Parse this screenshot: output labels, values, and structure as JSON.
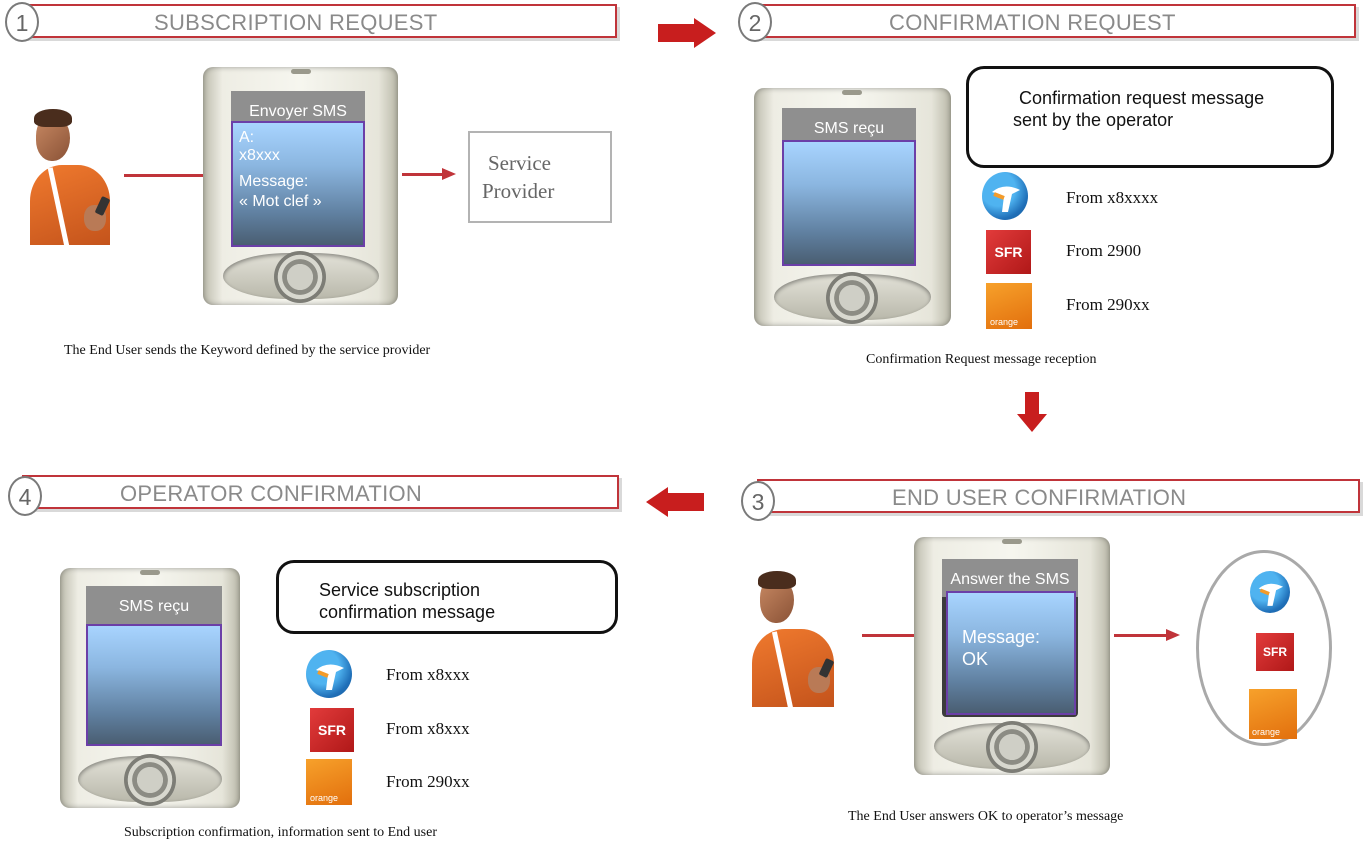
{
  "steps": [
    {
      "number": "1",
      "title": "SUBSCRIPTION REQUEST",
      "caption": "The End User sends the Keyword defined by the service provider"
    },
    {
      "number": "2",
      "title": "CONFIRMATION REQUEST",
      "caption": "Confirmation Request message reception"
    },
    {
      "number": "3",
      "title": "END USER CONFIRMATION",
      "caption": "The End User answers OK to operator’s message"
    },
    {
      "number": "4",
      "title": "OPERATOR CONFIRMATION",
      "caption": "Subscription confirmation, information sent to End user"
    }
  ],
  "step1": {
    "screen_title": "Envoyer SMS",
    "lines": [
      "A:",
      "x8xxx",
      "Message:",
      "« Mot clef »"
    ],
    "provider_box": [
      "Service",
      "Provider"
    ]
  },
  "step2": {
    "screen_title": "SMS reçu",
    "bubble": [
      "Confirmation request message",
      "sent by the operator"
    ],
    "operators": [
      {
        "logo": "bouygues-logo",
        "text": "From x8xxxx"
      },
      {
        "logo": "sfr-logo",
        "text": "From 2900"
      },
      {
        "logo": "orange-logo",
        "text": "From 290xx"
      }
    ]
  },
  "step3": {
    "screen_title": "Answer the SMS",
    "lines": [
      "Message:",
      "OK"
    ]
  },
  "step4": {
    "screen_title": "SMS reçu",
    "bubble": [
      "Service subscription",
      "confirmation message"
    ],
    "operators": [
      {
        "logo": "bouygues-logo",
        "text": "From x8xxx"
      },
      {
        "logo": "sfr-logo",
        "text": "From x8xxx"
      },
      {
        "logo": "orange-logo",
        "text": "From 290xx"
      }
    ]
  },
  "logos": {
    "sfr": "SFR",
    "orange": "orange"
  },
  "colors": {
    "accent_red": "#c0343a",
    "arrow_red": "#c81e1e",
    "screen_blue": "#a8d4ff"
  }
}
